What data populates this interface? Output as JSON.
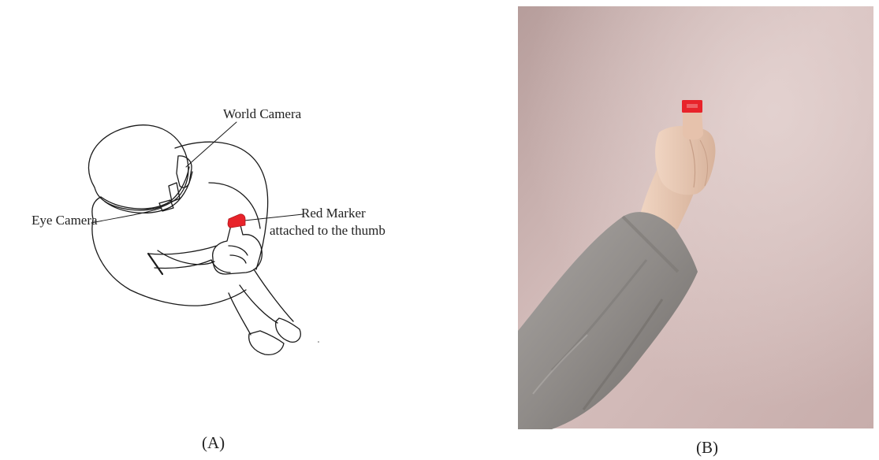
{
  "panel_a": {
    "labels": {
      "world_camera": "World Camera",
      "eye_camera": "Eye Camera",
      "red_marker_line1": "Red Marker",
      "red_marker_line2": "attached to the thumb"
    },
    "caption": "(A)"
  },
  "panel_b": {
    "caption": "(B)"
  },
  "colors": {
    "marker_red": "#e8232a",
    "line_art": "#1a1a1a",
    "wall": "#c9afad",
    "sleeve": "#9a9693",
    "skin": "#e7c7b2"
  }
}
